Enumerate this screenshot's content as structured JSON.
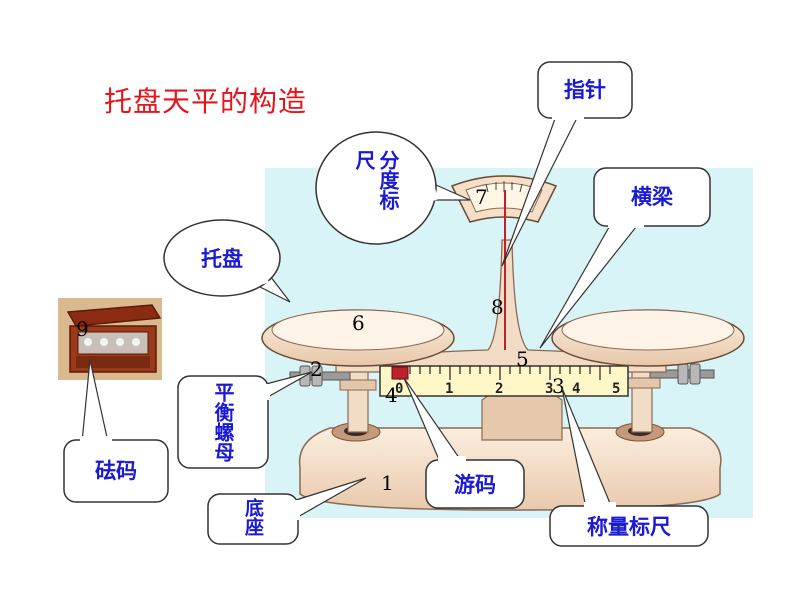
{
  "title": "托盘天平的构造",
  "labels": {
    "pointer": "指针",
    "scale_dial": "分度标尺",
    "beam": "横梁",
    "tray": "托盘",
    "balance_nut": "平衡螺母",
    "weights": "砝码",
    "base": "底座",
    "rider": "游码",
    "beam_scale": "称量标尺"
  },
  "numbers": {
    "n1": "1",
    "n2": "2",
    "n3": "3",
    "n4": "4",
    "n5": "5",
    "n6": "6",
    "n7": "7",
    "n8": "8",
    "n9": "9"
  },
  "ruler_ticks": [
    "0",
    "1",
    "2",
    "3",
    "4",
    "5"
  ],
  "colors": {
    "title": "#e8141b",
    "label_text": "#1a1ad4",
    "background_panel": "#d8f4f6",
    "balance_body": "#f6e2cf",
    "ruler": "#fff7c8",
    "rider": "#c0202a"
  }
}
